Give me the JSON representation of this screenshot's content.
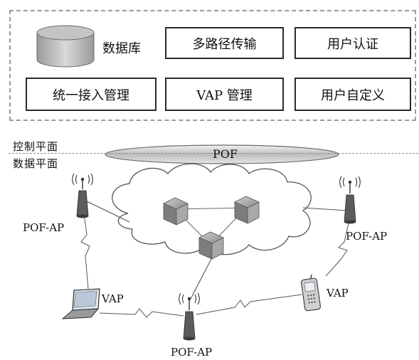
{
  "control_plane": {
    "database_label": "数据库",
    "modules": {
      "multipath": "多路径传输",
      "user_auth": "用户认证",
      "unified_access": "统一接入管理",
      "vap_mgmt": "VAP 管理",
      "user_defined": "用户自定义"
    }
  },
  "planes": {
    "control": "控制平面",
    "data": "数据平面"
  },
  "pof_bus": "POF",
  "nodes": {
    "ap_left": "POF-AP",
    "ap_right": "POF-AP",
    "ap_bottom": "POF-AP",
    "vap_laptop": "VAP",
    "vap_phone": "VAP"
  }
}
